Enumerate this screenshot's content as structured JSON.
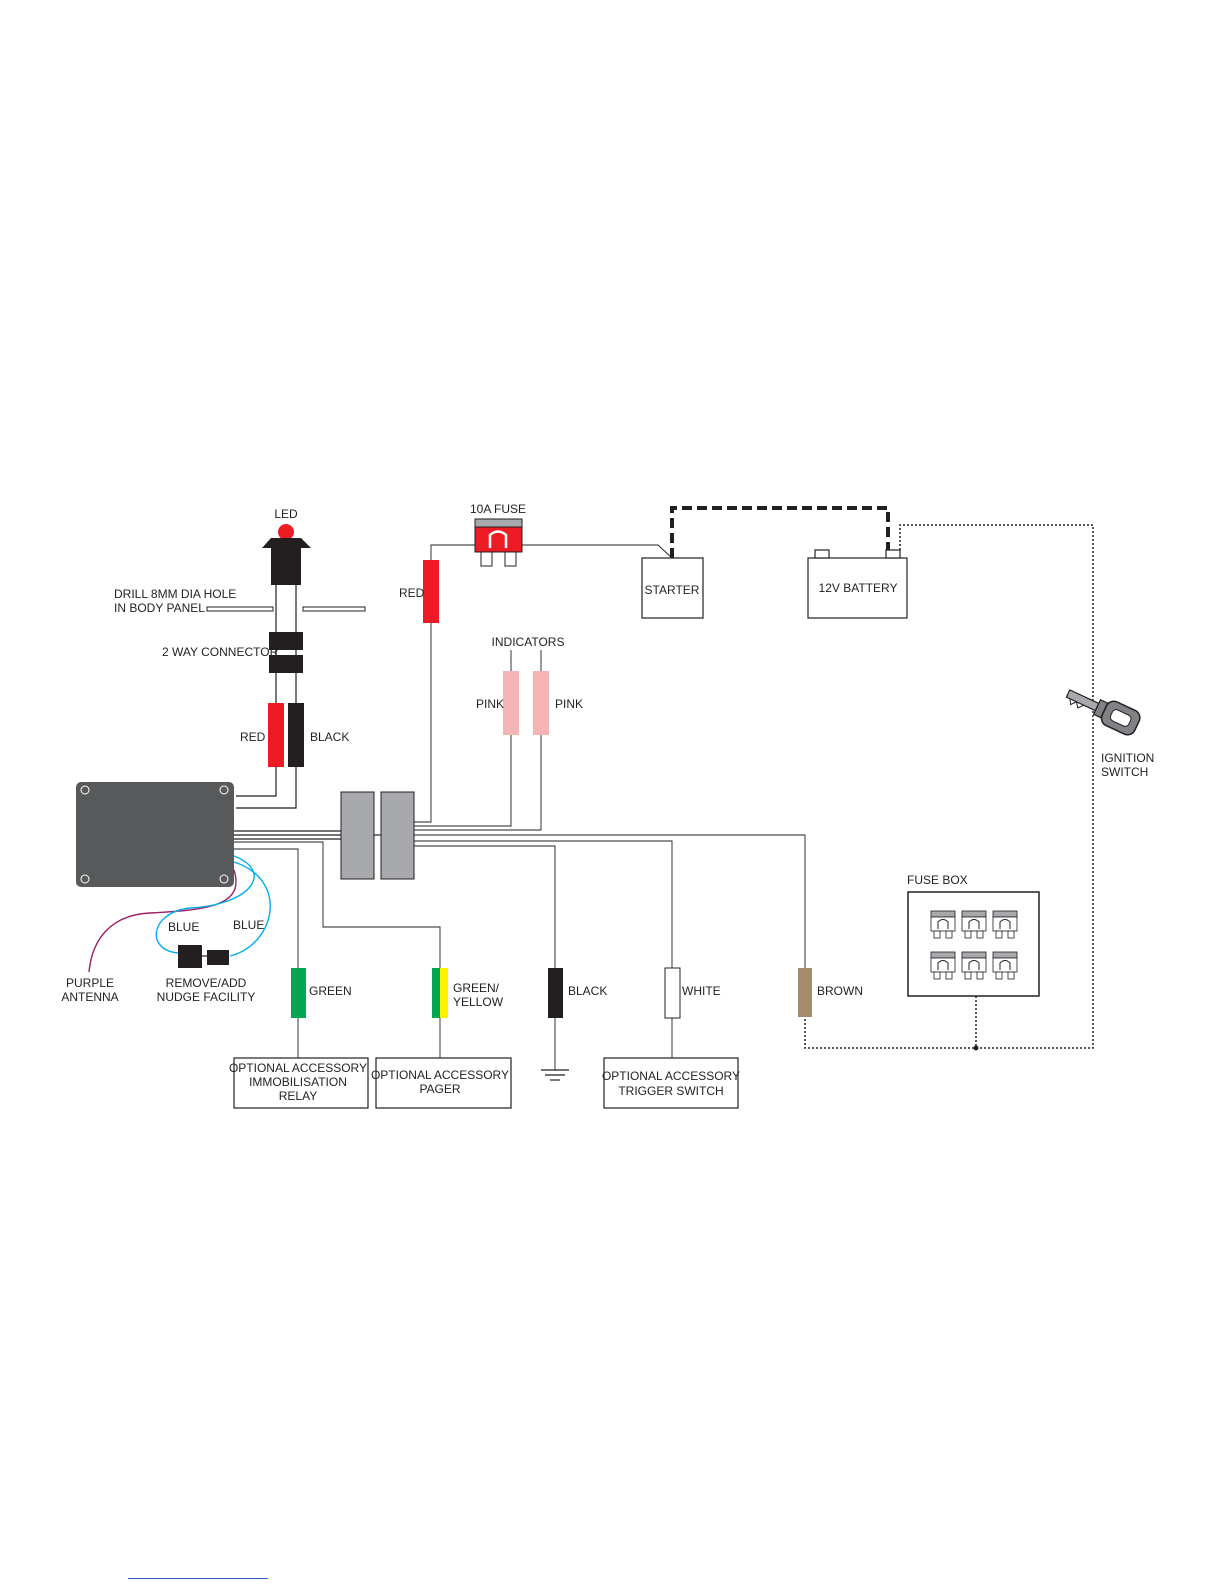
{
  "labels": {
    "led": "LED",
    "drill_line1": "DRILL 8MM DIA HOLE",
    "drill_line2": "IN BODY PANEL",
    "two_way_connector": "2 WAY CONNECTOR",
    "red_left": "RED",
    "black_top": "BLACK",
    "fuse": "10A FUSE",
    "red_fuse": "RED",
    "starter": "STARTER",
    "battery": "12V BATTERY",
    "indicators": "INDICATORS",
    "pink_left": "PINK",
    "pink_right": "PINK",
    "ignition_line1": "IGNITION",
    "ignition_line2": "SWITCH",
    "blue_left": "BLUE",
    "blue_right": "BLUE",
    "purple_line1": "PURPLE",
    "purple_line2": "ANTENNA",
    "remove_line1": "REMOVE/ADD",
    "remove_line2": "NUDGE FACILITY",
    "green": "GREEN",
    "green_yellow_line1": "GREEN/",
    "green_yellow_line2": "YELLOW",
    "black_bottom": "BLACK",
    "white": "WHITE",
    "brown": "BROWN",
    "fuse_box": "FUSE BOX",
    "opt_relay_line1": "OPTIONAL ACCESSORY",
    "opt_relay_line2": "IMMOBILISATION",
    "opt_relay_line3": "RELAY",
    "opt_pager_line1": "OPTIONAL ACCESSORY",
    "opt_pager_line2": "PAGER",
    "opt_trigger_line1": "OPTIONAL ACCESSORY",
    "opt_trigger_line2": "TRIGGER SWITCH"
  },
  "wire_colors": {
    "red": "#ed1c24",
    "black": "#231f20",
    "pink": "#f4b4b4",
    "green": "#00a651",
    "yellow": "#fff200",
    "white": "#ffffff",
    "brown": "#a68a6e",
    "blue": "#00aeef",
    "purple": "#9e1f63",
    "module": "#58595b",
    "connector": "#a7a9ac"
  }
}
